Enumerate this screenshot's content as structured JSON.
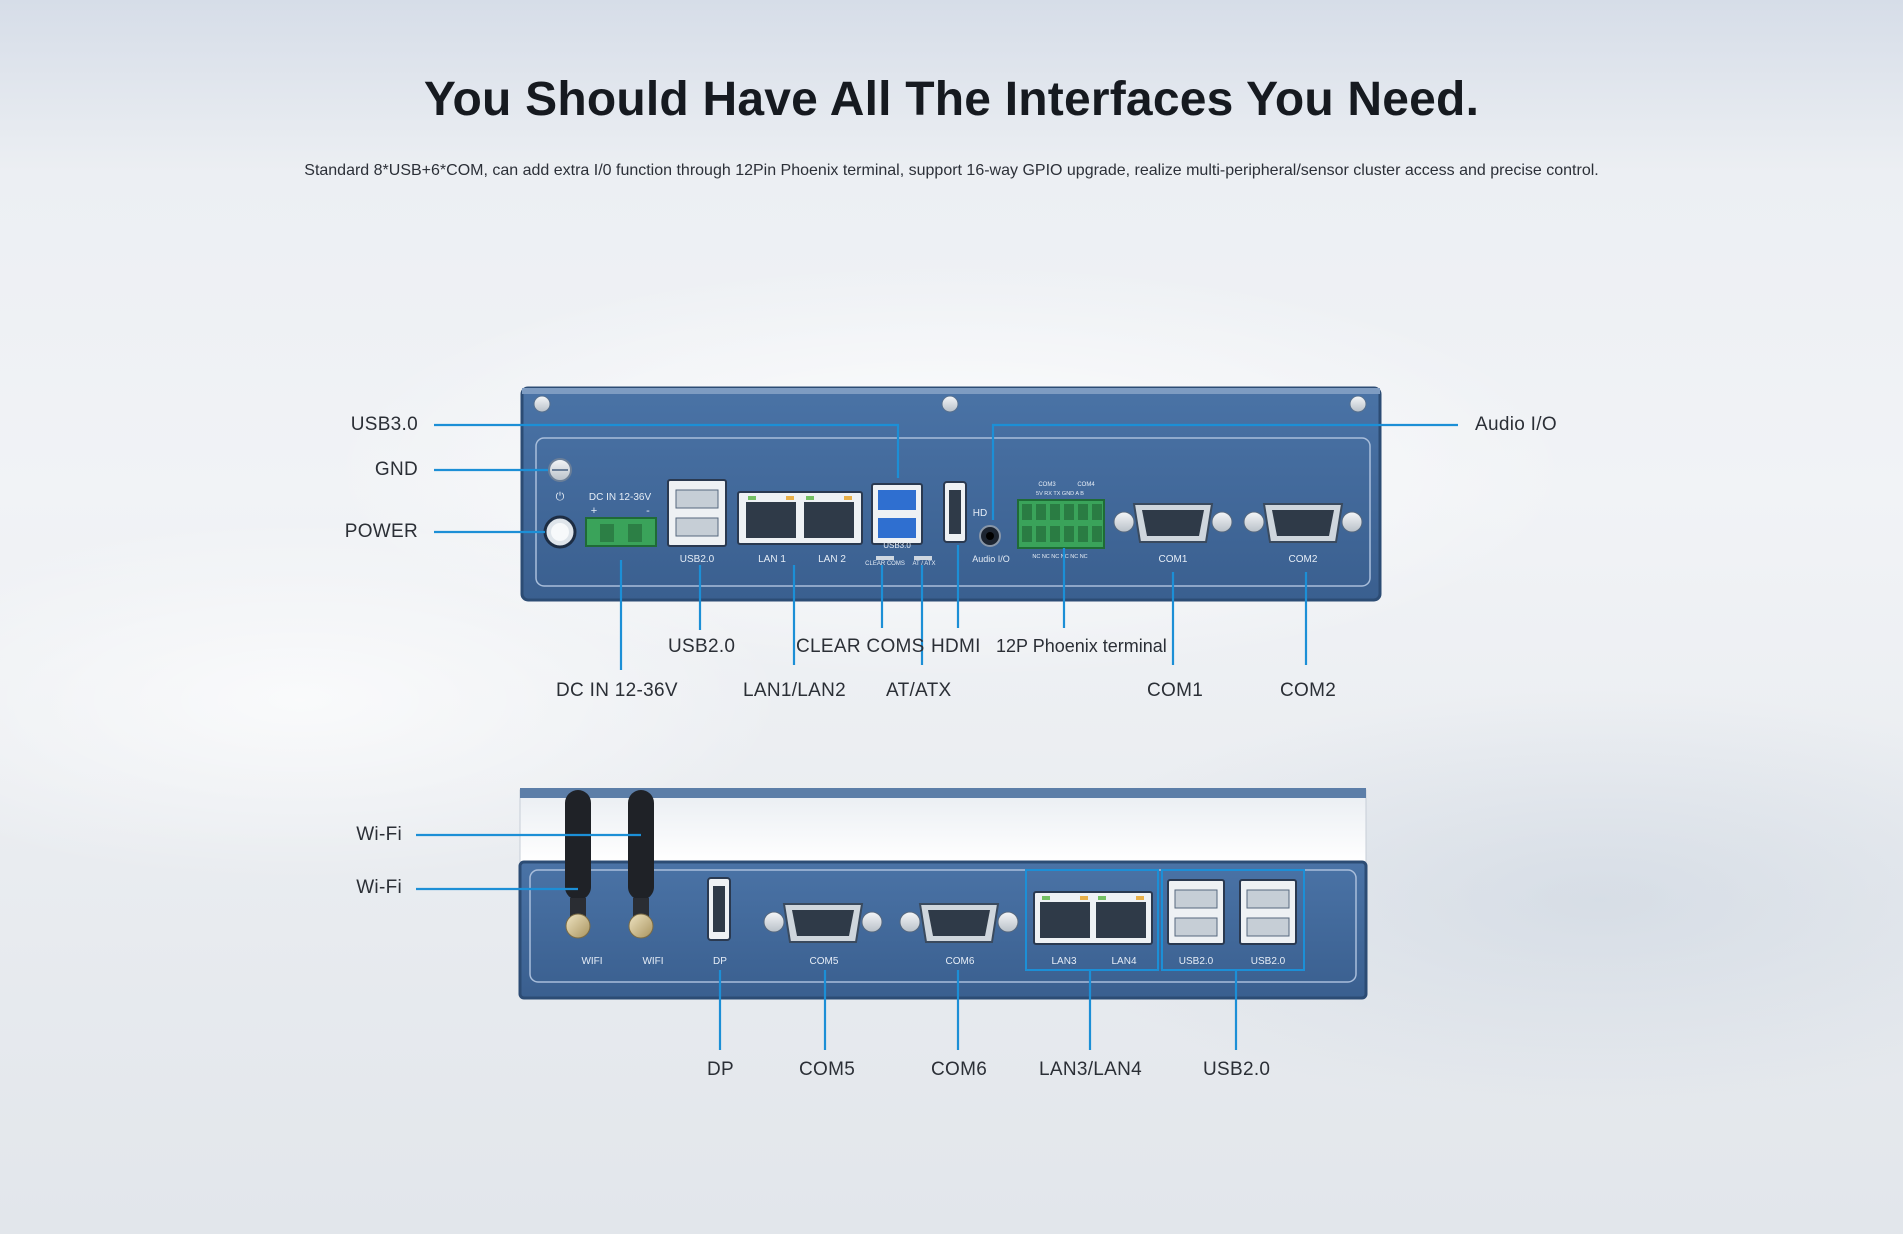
{
  "header": {
    "title": "You Should Have All The Interfaces You Need.",
    "subtitle": "Standard 8*USB+6*COM, can add extra I/0 function through 12Pin Phoenix terminal, support 16-way GPIO upgrade, realize multi-peripheral/sensor cluster access and precise control."
  },
  "front_panel": {
    "callouts": {
      "usb30": "USB3.0",
      "gnd": "GND",
      "power": "POWER",
      "audio_io": "Audio I/O",
      "usb20": "USB2.0",
      "clear_coms": "CLEAR COMS",
      "hdmi": "HDMI",
      "phoenix": "12P Phoenix terminal",
      "dc_in": "DC IN 12-36V",
      "lan12": "LAN1/LAN2",
      "at_atx": "AT/ATX",
      "com1": "COM1",
      "com2": "COM2"
    },
    "silkscreen": {
      "dc_in": "DC IN 12-36V",
      "plus": "+",
      "minus": "-",
      "usb20": "USB2.0",
      "lan1": "LAN 1",
      "lan2": "LAN 2",
      "usb30": "USB3.0",
      "clear_coms": "CLEAR COMS",
      "at_atx": "AT / ATX",
      "hd": "HD",
      "audio": "Audio I/O",
      "com3": "COM3",
      "com4": "COM4",
      "pin_labels_top": "5V  RX  TX  GND  A  B",
      "pin_labels_bottom": "NC  NC  NC  NC  NC  NC",
      "com1": "COM1",
      "com2": "COM2"
    }
  },
  "rear_panel": {
    "callouts": {
      "wifi_1": "Wi-Fi",
      "wifi_2": "Wi-Fi",
      "dp": "DP",
      "com5": "COM5",
      "com6": "COM6",
      "lan34": "LAN3/LAN4",
      "usb20": "USB2.0"
    },
    "silkscreen": {
      "wifi_1": "WIFI",
      "wifi_2": "WIFI",
      "dp": "DP",
      "com5": "COM5",
      "com6": "COM6",
      "lan3": "LAN3",
      "lan4": "LAN4",
      "usb20_a": "USB2.0",
      "usb20_b": "USB2.0"
    }
  },
  "colors": {
    "panel": "#3f6596",
    "panel_edge": "#2c4c74",
    "leader_line": "#1c8fd6",
    "terminal_green": "#3aa35a"
  }
}
